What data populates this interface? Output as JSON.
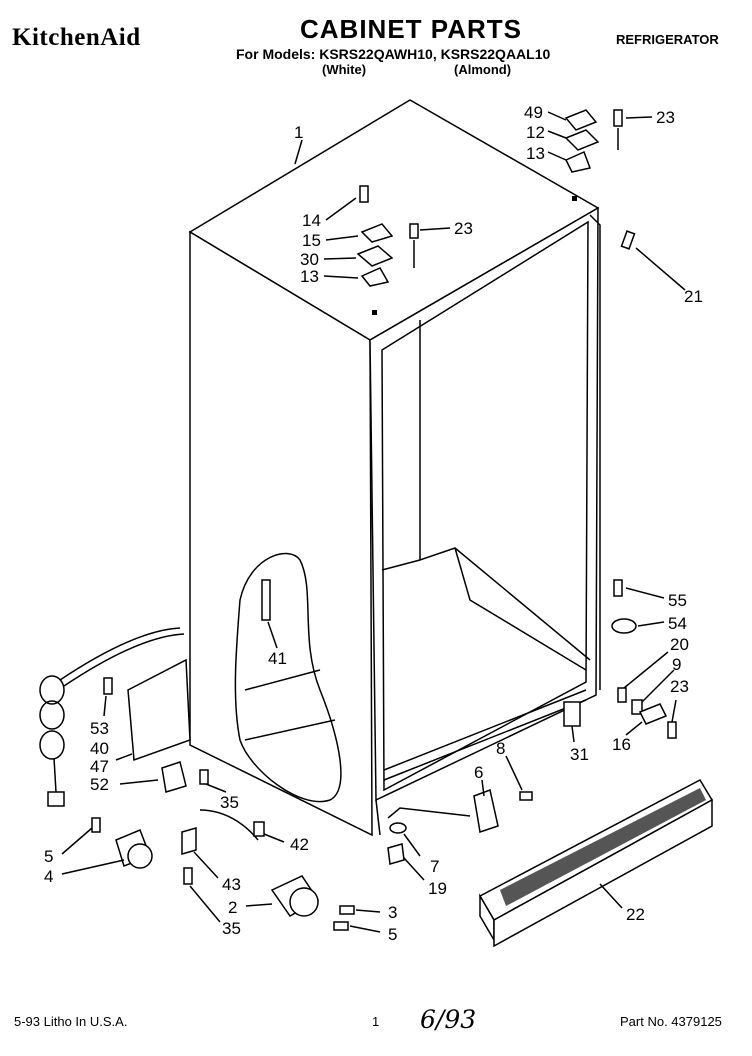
{
  "header": {
    "brand": "KitchenAid",
    "title": "CABINET PARTS",
    "models": "For Models: KSRS22QAWH10, KSRS22QAAL10",
    "color_white": "(White)",
    "color_almond": "(Almond)",
    "category": "REFRIGERATOR"
  },
  "footer": {
    "litho": "5-93 Litho In U.S.A.",
    "page": "1",
    "handwritten_date": "6/93",
    "part_number": "Part No. 4379125"
  },
  "callouts": {
    "c1": "1",
    "c49": "49",
    "c23a": "23",
    "c12": "12",
    "c13a": "13",
    "c14": "14",
    "c23b": "23",
    "c15": "15",
    "c30": "30",
    "c13b": "13",
    "c21": "21",
    "c41": "41",
    "c55": "55",
    "c54": "54",
    "c20": "20",
    "c9": "9",
    "c23c": "23",
    "c16": "16",
    "c31": "31",
    "c53": "53",
    "c40": "40",
    "c47": "47",
    "c52": "52",
    "c35a": "35",
    "c8": "8",
    "c6": "6",
    "c42": "42",
    "c5a": "5",
    "c4": "4",
    "c7": "7",
    "c19": "19",
    "c43": "43",
    "c2": "2",
    "c3": "3",
    "c5b": "5",
    "c35b": "35",
    "c22": "22"
  }
}
